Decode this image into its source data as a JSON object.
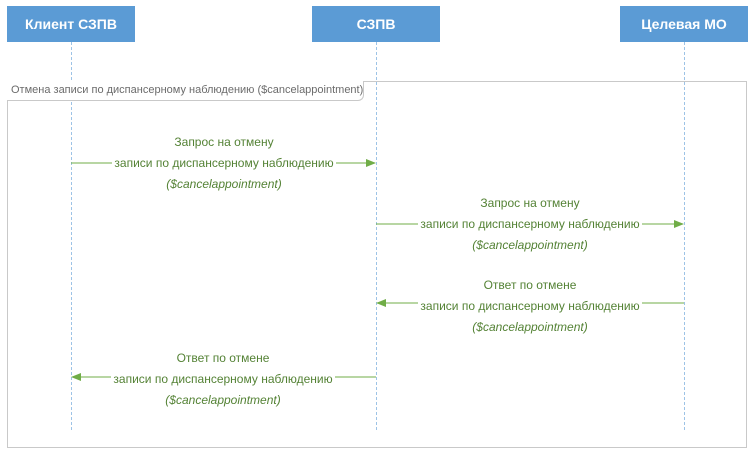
{
  "participants": {
    "client": "Клиент СЗПВ",
    "szpv": "СЗПВ",
    "target": "Целевая МО"
  },
  "fragment": {
    "label": "Отмена записи по диспансерному наблюдению ($cancelappointment)"
  },
  "messages": [
    {
      "line1": "Запрос на отмену",
      "line2": "записи по диспансерному наблюдению",
      "line3": "($cancelappointment)",
      "from": "client",
      "to": "szpv"
    },
    {
      "line1": "Запрос на отмену",
      "line2": "записи по диспансерному наблюдению",
      "line3": "($cancelappointment)",
      "from": "szpv",
      "to": "target"
    },
    {
      "line1": "Ответ по отмене",
      "line2": "записи по диспансерному наблюдению",
      "line3": "($cancelappointment)",
      "from": "target",
      "to": "szpv"
    },
    {
      "line1": "Ответ по отмене",
      "line2": "записи по диспансерному наблюдению",
      "line3": "($cancelappointment)",
      "from": "szpv",
      "to": "client"
    }
  ],
  "colors": {
    "participant_fill": "#5b9bd5",
    "lifeline": "#9dc3e6",
    "message": "#548235"
  }
}
